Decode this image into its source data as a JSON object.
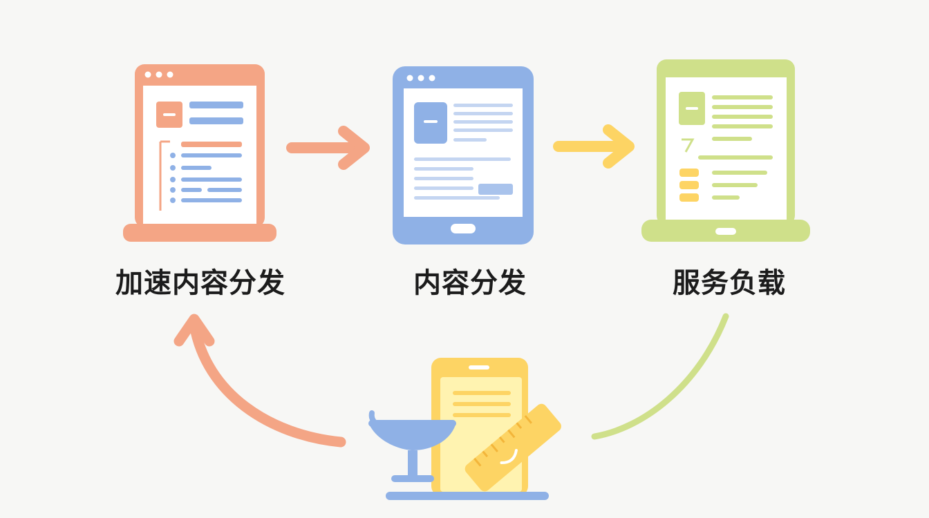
{
  "nodes": [
    {
      "label": "加速内容分发",
      "icon": "laptop-icon",
      "color": "#f4a585"
    },
    {
      "label": "内容分发",
      "icon": "tablet-icon",
      "color": "#8fb1e6"
    },
    {
      "label": "服务负载",
      "icon": "laptop-icon",
      "color": "#cfe08a"
    }
  ],
  "center": {
    "icons": [
      "cup-icon",
      "phone-icon",
      "ruler-icon"
    ]
  },
  "colors": {
    "orange": "#f4a585",
    "blue": "#8fb1e6",
    "green": "#cfe08a",
    "yellow": "#fdd464",
    "background": "#f7f7f5"
  }
}
